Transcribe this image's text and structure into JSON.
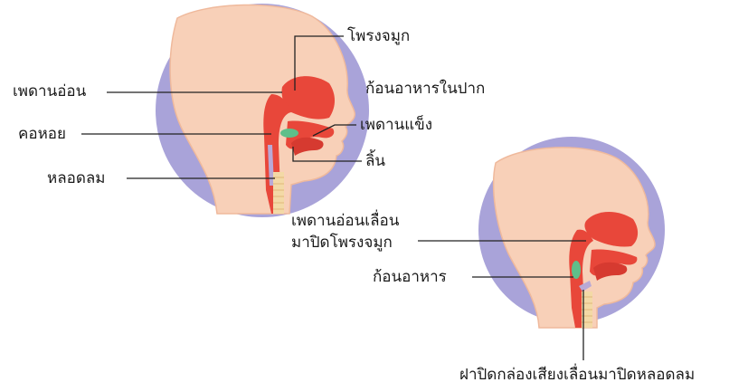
{
  "figure_before": {
    "labels": {
      "nasal_cavity": "โพรงจมูก",
      "food_in_mouth": "ก้อนอาหารในปาก",
      "soft_palate": "เพดานอ่อน",
      "hard_palate": "เพดานแข็ง",
      "pharynx": "คอหอย",
      "tongue": "ลิ้น",
      "trachea": "หลอดลม"
    }
  },
  "figure_during": {
    "labels": {
      "soft_palate_moves_line1": "เพดานอ่อนเลื่อน",
      "soft_palate_moves_line2": "มาปิดโพรงจมูก",
      "food_bolus": "ก้อนอาหาร",
      "epiglottis_closes": "ฝาปิดกล่องเสียงเลื่อนมาปิดหลอดลม"
    }
  },
  "colors": {
    "circle_bg": "#a9a3d9",
    "skin": "#f8d0b8",
    "skin_edge": "#efb99c",
    "tract": "#e8473a",
    "tract_dark": "#c8322a",
    "food": "#5fbf8a",
    "trachea_rings": "#f3d9a6",
    "esophagus": "#b9a9d6"
  }
}
